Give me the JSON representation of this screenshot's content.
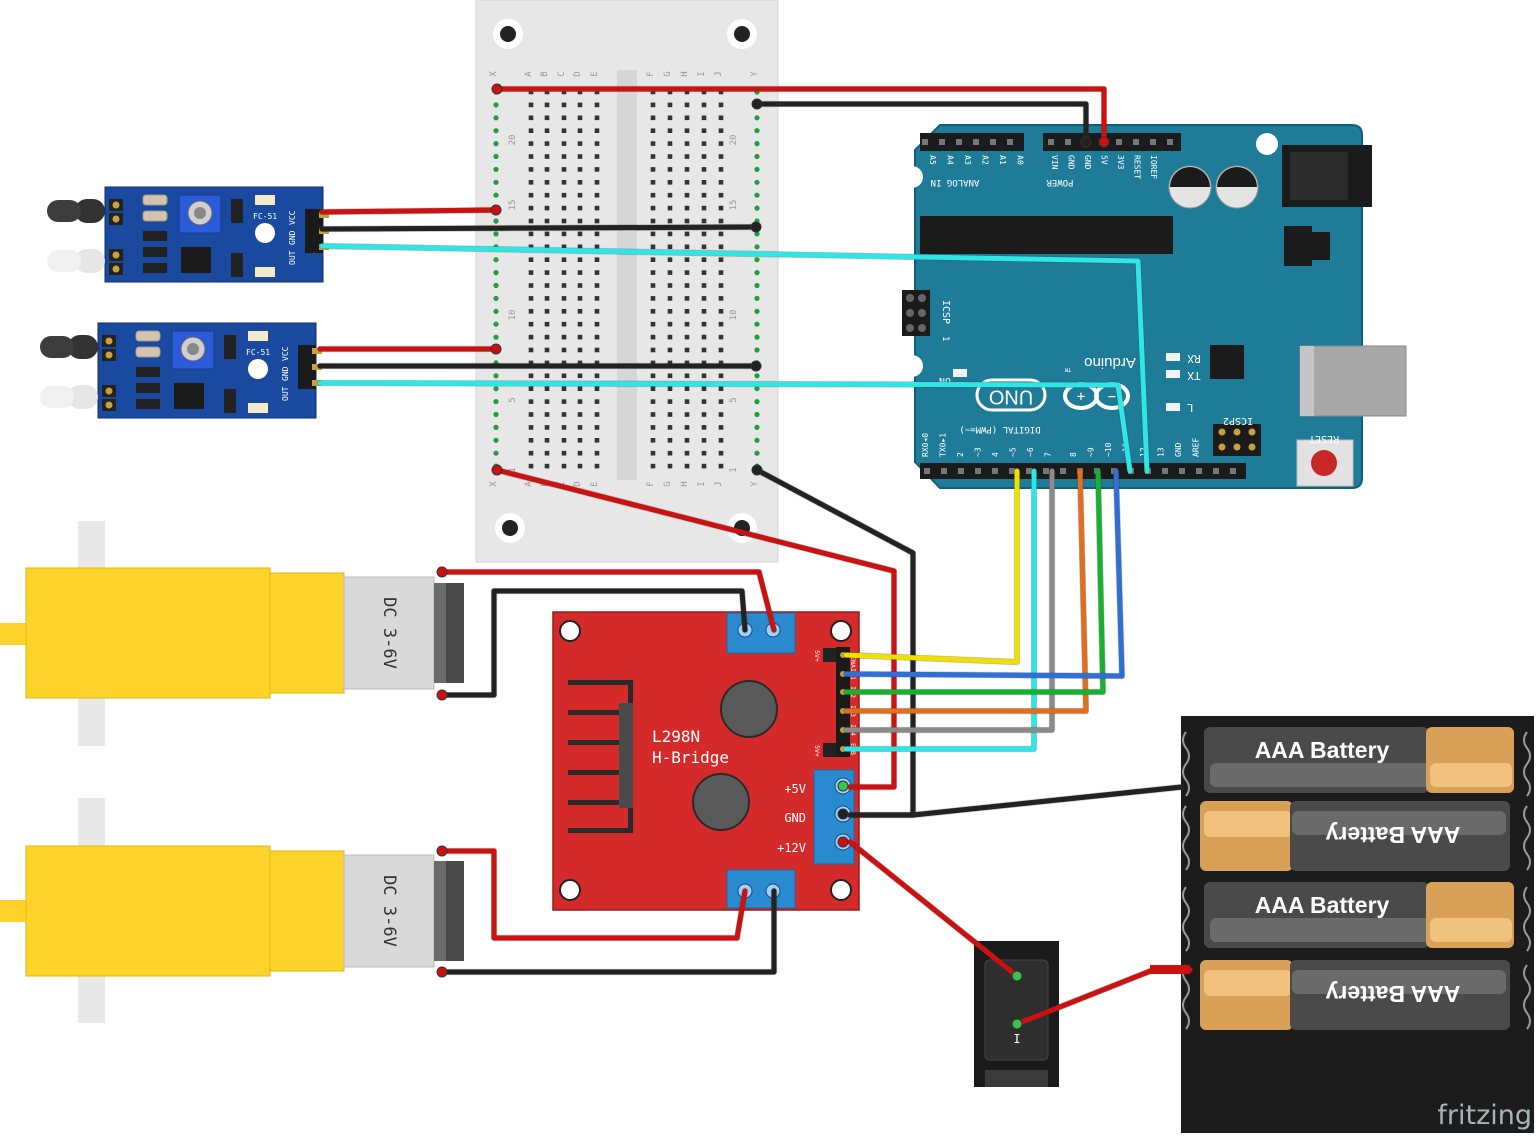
{
  "arduino": {
    "analog_pins": [
      "A5",
      "A4",
      "A3",
      "A2",
      "A1",
      "A0"
    ],
    "analog_header": "ANALOG IN",
    "power_pins": [
      "VIN",
      "GND",
      "GND",
      "5V",
      "3V3",
      "RESET",
      "IOREF"
    ],
    "power_header": "POWER",
    "digital_pins": [
      "RX0◂0",
      "TX0▸1",
      "2",
      "~3",
      "4",
      "~5",
      "~6",
      "7",
      "8",
      "~9",
      "~10",
      "~11",
      "12",
      "13",
      "GND",
      "AREF"
    ],
    "digital_header": "DIGITAL (PWM=~)",
    "brand": "Arduino",
    "tm": "TM",
    "model": "UNO",
    "icsp": "ICSP",
    "icsp_num": "1",
    "icsp2": "ICSP2",
    "on_label": "ON",
    "rx": "RX",
    "tx": "TX",
    "l_led": "L",
    "reset": "RESET",
    "board_color": "#1f7c99",
    "board_edge": "#0f5f78"
  },
  "breadboard": {
    "col_letters_left": [
      "X",
      "A",
      "B",
      "C",
      "D",
      "E"
    ],
    "col_letters_right": [
      "F",
      "G",
      "H",
      "I",
      "J",
      "Y"
    ],
    "row_numbers": [
      "20",
      "15",
      "10",
      "5",
      "1"
    ]
  },
  "sensors": [
    {
      "model": "FC-51",
      "pins": [
        "OUT",
        "GND",
        "VCC"
      ]
    },
    {
      "model": "FC-51",
      "pins": [
        "OUT",
        "GND",
        "VCC"
      ]
    }
  ],
  "motors": [
    {
      "label": "DC 3-6V"
    },
    {
      "label": "DC 3-6V"
    }
  ],
  "hbridge": {
    "title_line1": "L298N",
    "title_line2": "H-Bridge",
    "power_labels": [
      "+5V",
      "GND",
      "+12V"
    ],
    "input_labels": [
      "5V+",
      "ENA",
      "IN1",
      "IN2",
      "IN3",
      "IN4",
      "ENB",
      "5V+"
    ],
    "board_color": "#d42a2a"
  },
  "battery": {
    "cells": [
      "AAA Battery",
      "AAA Battery",
      "AAA Battery",
      "AAA Battery"
    ]
  },
  "switch": {
    "mark": "I"
  },
  "watermark": "fritzing",
  "colors": {
    "wire_red": "#cc1111",
    "wire_black": "#222222",
    "wire_cyan": "#2ee6e6",
    "wire_yellow": "#f0e000",
    "wire_blue": "#2f6fd6",
    "wire_green": "#19b030",
    "wire_orange": "#e07020",
    "wire_gray": "#8a8a8a",
    "motor_yellow": "#fdd32b",
    "sensor_blue": "#1a4aa0"
  }
}
